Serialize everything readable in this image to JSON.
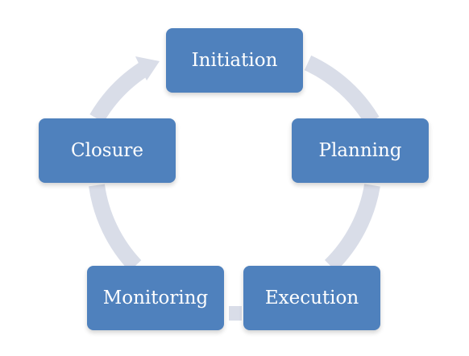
{
  "diagram": {
    "type": "cycle",
    "nodes": [
      {
        "id": "initiation",
        "label": "Initiation"
      },
      {
        "id": "planning",
        "label": "Planning"
      },
      {
        "id": "execution",
        "label": "Execution"
      },
      {
        "id": "monitoring",
        "label": "Monitoring"
      },
      {
        "id": "closure",
        "label": "Closure"
      }
    ],
    "edges": [
      {
        "from": "initiation",
        "to": "planning"
      },
      {
        "from": "planning",
        "to": "execution"
      },
      {
        "from": "execution",
        "to": "monitoring"
      },
      {
        "from": "monitoring",
        "to": "closure"
      },
      {
        "from": "closure",
        "to": "initiation"
      }
    ],
    "colors": {
      "node_fill": "#4f81bd",
      "node_text": "#ffffff",
      "ring": "#d9dde8"
    }
  }
}
